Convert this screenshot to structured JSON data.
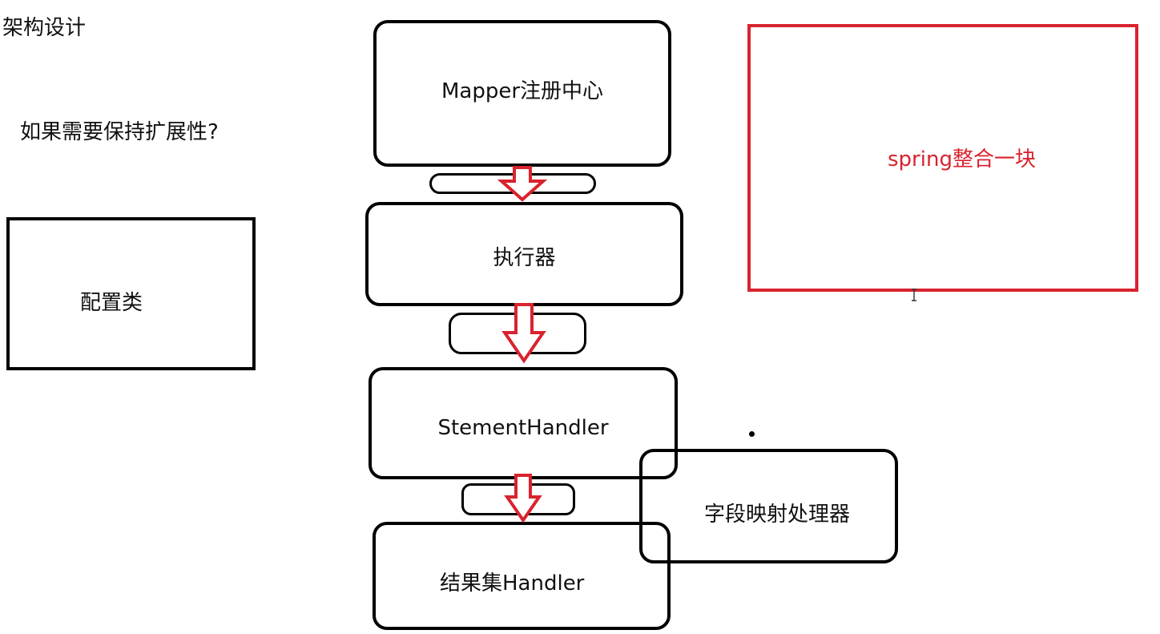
{
  "title": "架构设计",
  "question": "如果需要保持扩展性?",
  "boxes": {
    "config": "配置类",
    "mapper_registry": "Mapper注册中心",
    "executor": "执行器",
    "statement_handler": "StementHandler",
    "resultset_handler": "结果集Handler",
    "field_mapping_handler": "字段映射处理器",
    "spring_integration": "spring整合一块"
  },
  "colors": {
    "stroke": "#000000",
    "accent": "#d9232e",
    "text": "#111111"
  },
  "icons": {
    "cursor": "text-cursor-icon"
  }
}
